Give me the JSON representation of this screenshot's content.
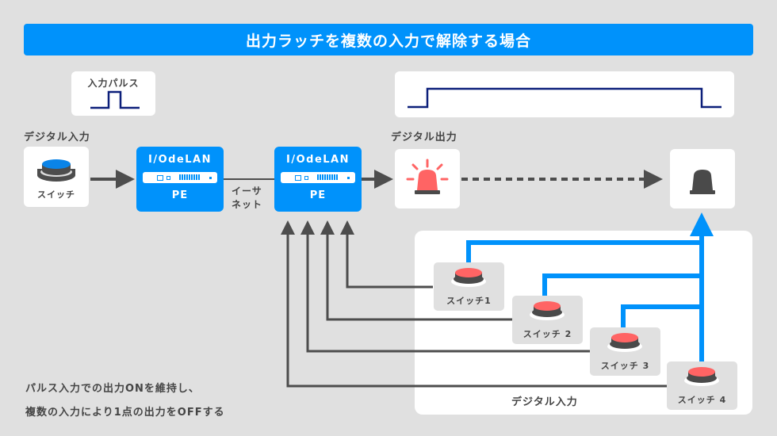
{
  "title": "出力ラッチを複数の入力で解除する場合",
  "pulse_box": {
    "label": "入力パルス",
    "icon": "pulse-waveform-icon"
  },
  "output_wave": {
    "icon": "latched-output-waveform-icon"
  },
  "input_section": {
    "label": "デジタル入力",
    "switch_label": "スイッチ",
    "switch_color": "#0a84e8"
  },
  "pe_left": {
    "name": "I/OdeLAN",
    "label": "PE"
  },
  "pe_right": {
    "name": "I/OdeLAN",
    "label": "PE"
  },
  "ethernet_label": [
    "イーサ",
    "ネット"
  ],
  "output_section": {
    "label": "デジタル出力",
    "lamp_on_color": "#ff6464",
    "lamp_off_color": "#4a4a4a"
  },
  "release_panel": {
    "label": "デジタル入力",
    "switches": [
      {
        "label": "スイッチ1"
      },
      {
        "label": "スイッチ 2"
      },
      {
        "label": "スイッチ 3"
      },
      {
        "label": "スイッチ 4"
      }
    ],
    "switch_color": "#ff6464"
  },
  "caption": [
    "パルス入力での出力ONを維持し、",
    "複数の入力により1点の出力をOFFする"
  ],
  "colors": {
    "accent": "#0092fb",
    "line": "#4d4d4d",
    "wave": "#0c1f7a"
  }
}
